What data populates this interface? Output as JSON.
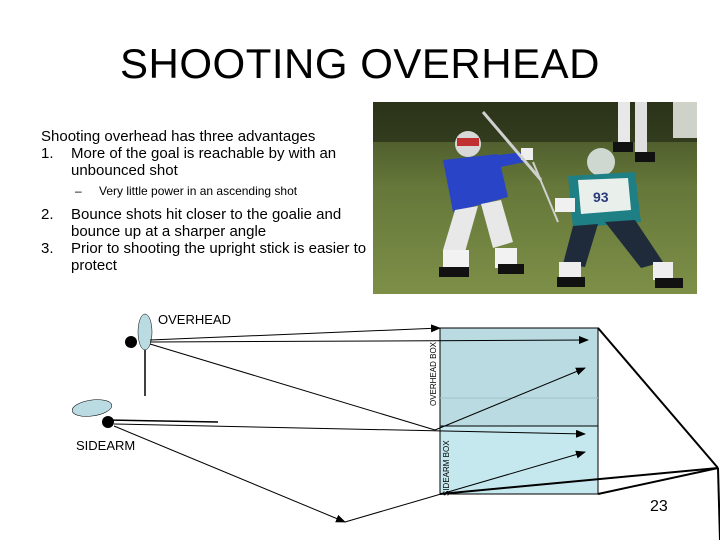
{
  "slide": {
    "title": "SHOOTING OVERHEAD",
    "page_number": "23"
  },
  "bullets": {
    "intro": "Shooting overhead has three advantages",
    "items": [
      {
        "num": "1.",
        "text": "More of the goal is reachable by with an unbounced shot"
      },
      {
        "num": "2.",
        "text": "Bounce shots hit closer to the goalie and bounce up at a sharper angle"
      },
      {
        "num": "3.",
        "text": "Prior to shooting the upright stick is easier to protect"
      }
    ],
    "sub_item": {
      "dash": "–",
      "text": "Very little power in an ascending shot"
    }
  },
  "photo": {
    "jersey_number": "93"
  },
  "diagram": {
    "overhead_label": "OVERHEAD",
    "sidearm_label": "SIDEARM",
    "overhead_box_label": "OVERHEAD BOX",
    "sidearm_box_label": "SIDEARM BOX",
    "colors": {
      "box_fill": "#b9dbe1",
      "box_fill_light": "#c5e8ef",
      "stick_fill": "#b9dbe1"
    }
  }
}
